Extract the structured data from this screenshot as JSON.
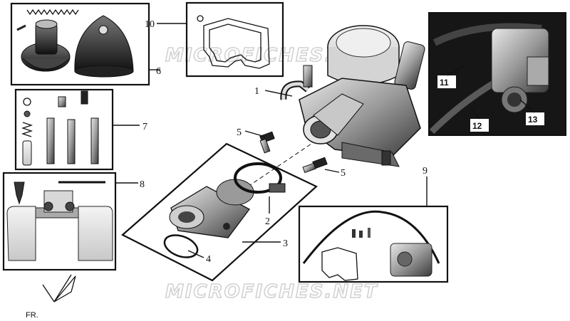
{
  "watermark_text": "MICROFICHES.NET",
  "orientation_label": "FR.",
  "callouts": {
    "c1": "1",
    "c2": "2",
    "c3": "3",
    "c4": "4",
    "c5a": "5",
    "c5b": "5",
    "c6": "6",
    "c7": "7",
    "c8": "8",
    "c9": "9",
    "c10": "10",
    "c11": "11",
    "c12": "12",
    "c13": "13"
  },
  "colors": {
    "line": "#111111",
    "photo_bg": "#1a1a1a",
    "watermark": "#d2d2d2"
  }
}
